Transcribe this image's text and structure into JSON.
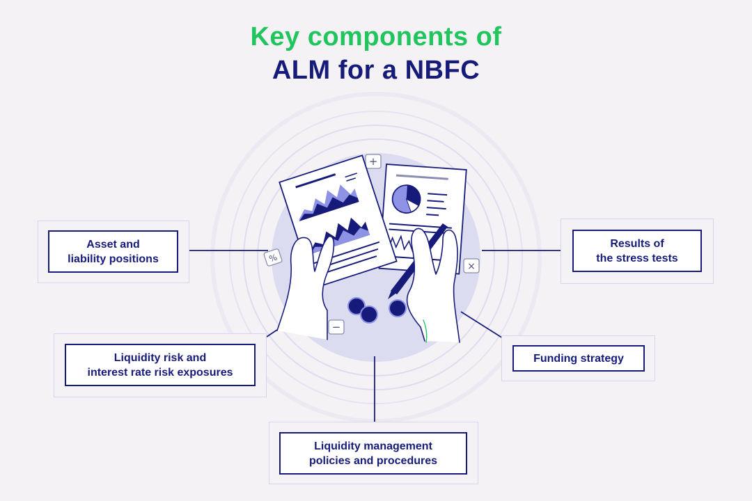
{
  "title": {
    "line1": "Key components of",
    "line2": "ALM for a NBFC"
  },
  "colors": {
    "title_accent": "#21c55d",
    "navy": "#161b7a",
    "lavender": "#dcdcf0",
    "background": "#f4f2f5",
    "purple": "#8f93e6"
  },
  "components": [
    {
      "id": "asset-liability",
      "label": "Asset and\nliability positions"
    },
    {
      "id": "stress-tests",
      "label": "Results of\nthe stress tests"
    },
    {
      "id": "risk-exposures",
      "label": "Liquidity risk and\ninterest rate risk exposures"
    },
    {
      "id": "funding-strategy",
      "label": "Funding strategy"
    },
    {
      "id": "liquidity-policies",
      "label": "Liquidity management\npolicies and procedures"
    }
  ],
  "illustration": {
    "icons": [
      "plus-icon",
      "minus-icon",
      "percent-icon",
      "multiply-icon",
      "coin-icon",
      "pen-icon",
      "hand-icon",
      "document-icon",
      "pie-chart-icon"
    ],
    "symbols": {
      "plus": "+",
      "minus": "−",
      "percent": "%",
      "multiply": "×"
    }
  }
}
